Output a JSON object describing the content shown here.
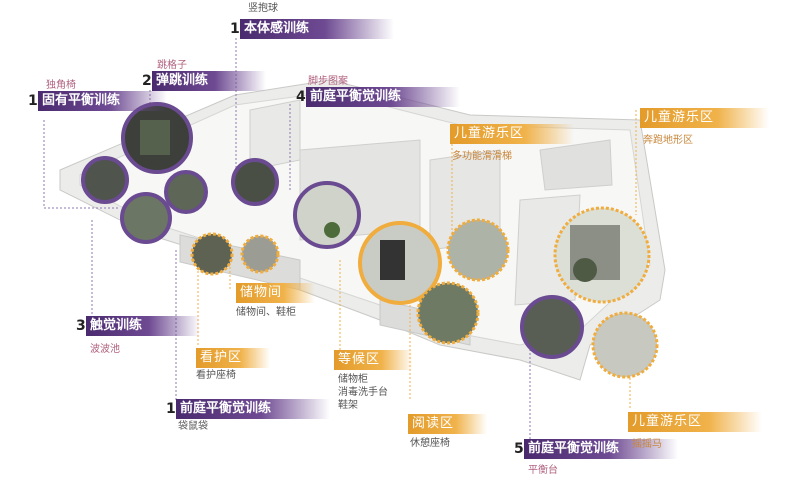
{
  "colors": {
    "purple": "#5a3a80",
    "orange": "#f0ac3c",
    "pink_text": "#b0617e"
  },
  "labels": {
    "l1": {
      "num": "1",
      "title": "本体感训练",
      "sub": "竖抱球"
    },
    "l2": {
      "num": "2",
      "title": "弹跳训练",
      "sub": "跳格子"
    },
    "l3": {
      "num": "1",
      "title": "固有平衡训练",
      "sub": "独角椅"
    },
    "l4": {
      "num": "4",
      "title": "前庭平衡觉训练",
      "sub": "脚步图案"
    },
    "l5": {
      "title": "儿童游乐区",
      "sub": "多功能滑滑梯"
    },
    "l6": {
      "title": "儿童游乐区",
      "sub": "奔跑地形区"
    },
    "l7": {
      "num": "3",
      "title": "触觉训练",
      "sub": "波波池"
    },
    "l8": {
      "title": "储物间",
      "sub": "储物间、鞋柜"
    },
    "l9": {
      "title": "看护区",
      "sub": "看护座椅"
    },
    "l10": {
      "title": "等候区",
      "sub1": "储物柜",
      "sub2": "消毒洗手台",
      "sub3": "鞋架"
    },
    "l11": {
      "num": "1",
      "title": "前庭平衡觉训练",
      "sub": "袋鼠袋"
    },
    "l12": {
      "title": "阅读区",
      "sub": "休憩座椅"
    },
    "l13": {
      "num": "5",
      "title": "前庭平衡觉训练",
      "sub": "平衡台"
    },
    "l14": {
      "title": "儿童游乐区",
      "sub": "摇摇马"
    }
  }
}
